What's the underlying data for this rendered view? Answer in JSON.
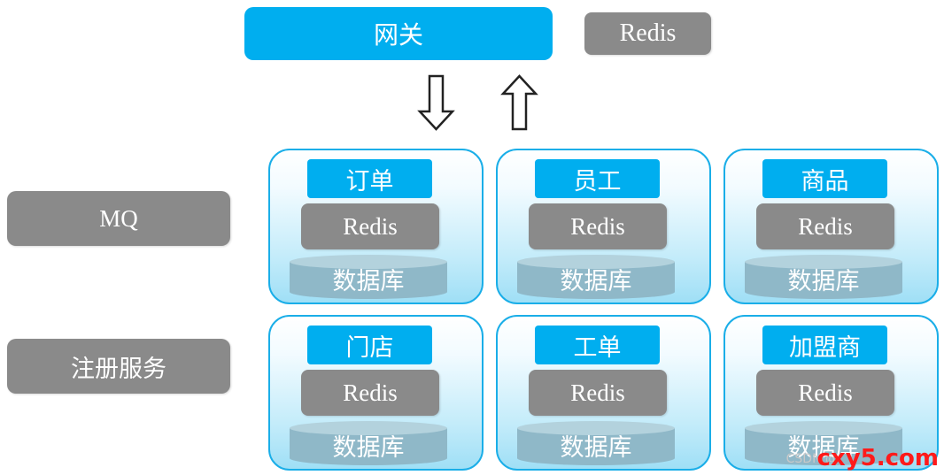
{
  "gateway": {
    "label": "网关"
  },
  "top_redis": {
    "label": "Redis"
  },
  "side": {
    "mq": "MQ",
    "registry": "注册服务"
  },
  "services": [
    {
      "title": "订单",
      "redis": "Redis",
      "db": "数据库"
    },
    {
      "title": "员工",
      "redis": "Redis",
      "db": "数据库"
    },
    {
      "title": "商品",
      "redis": "Redis",
      "db": "数据库"
    },
    {
      "title": "门店",
      "redis": "Redis",
      "db": "数据库"
    },
    {
      "title": "工单",
      "redis": "Redis",
      "db": "数据库"
    },
    {
      "title": "加盟商",
      "redis": "Redis",
      "db": "数据库"
    }
  ],
  "watermark": {
    "csdn": "CSDN @",
    "site": "cxy5.com"
  },
  "colors": {
    "accent": "#00aeef",
    "gray": "#8a8a8a",
    "watermark": "#ff1a1a"
  },
  "icons": {
    "down_arrow": "hollow-down-arrow-icon",
    "up_arrow": "hollow-up-arrow-icon"
  }
}
